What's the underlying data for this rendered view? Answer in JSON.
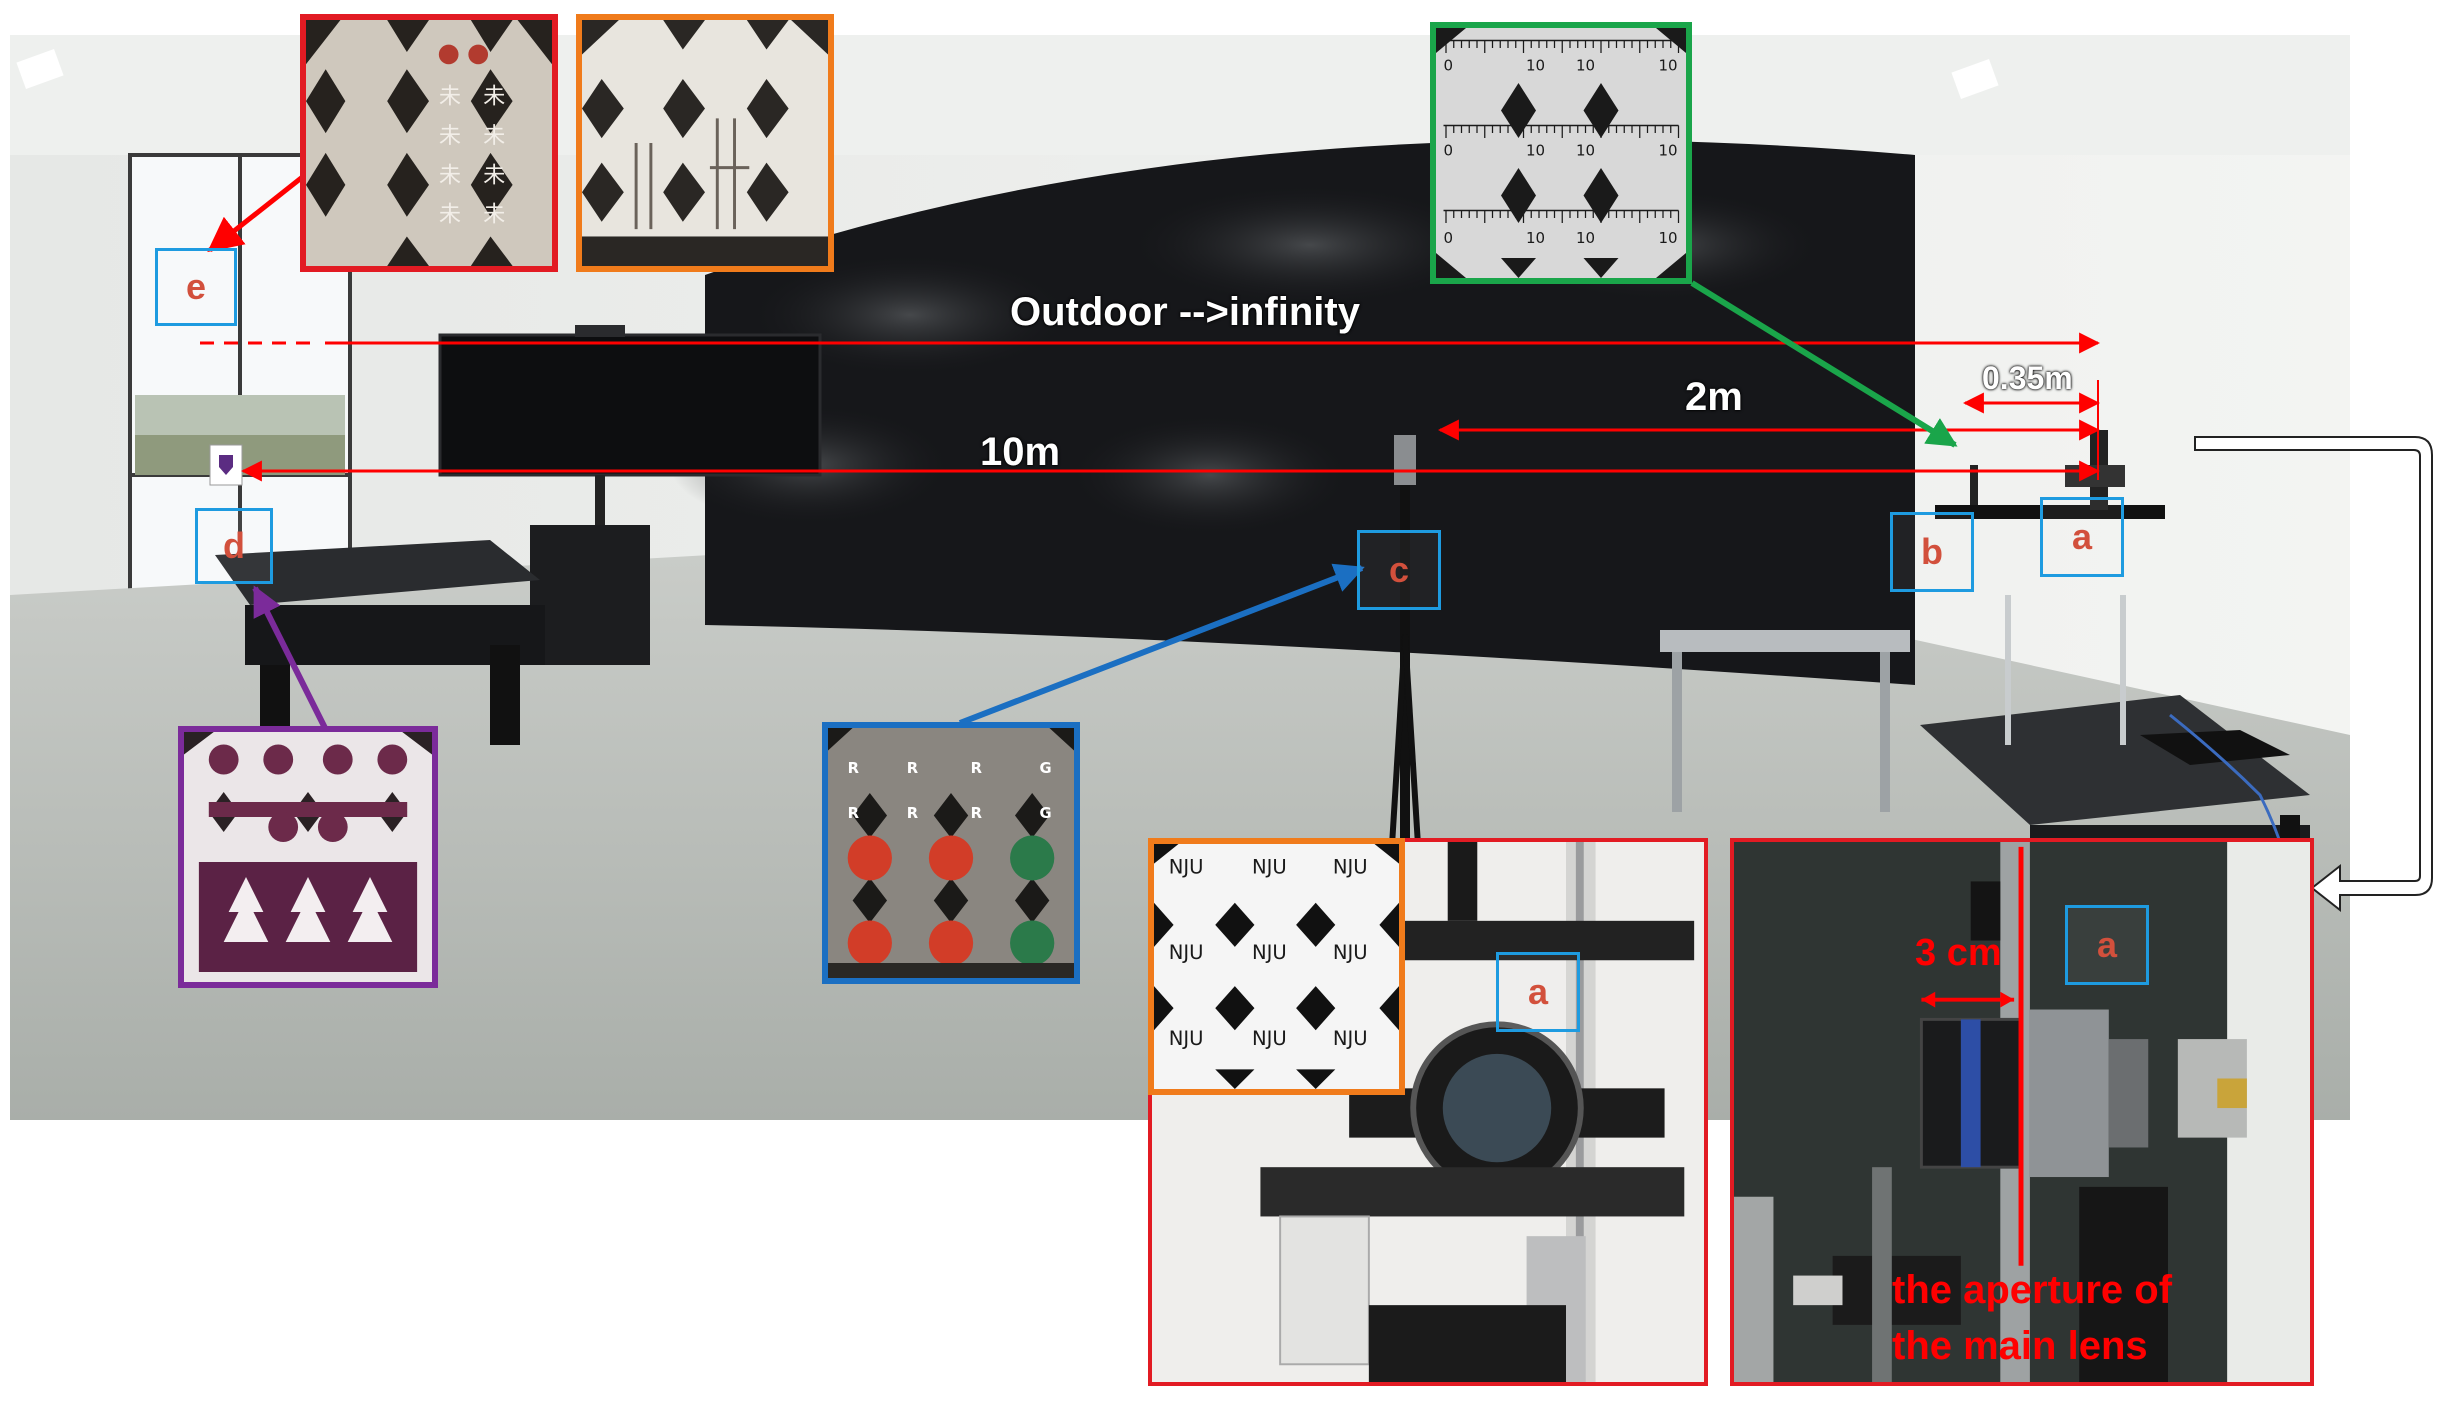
{
  "labels": {
    "a": "a",
    "b": "b",
    "c": "c",
    "d": "d",
    "e": "e",
    "a_detail_left": "a",
    "a_detail_right": "a"
  },
  "distances": {
    "outdoor": "Outdoor -->infinity",
    "two_m": "2m",
    "ten_m": "10m",
    "point35_m": "0.35m"
  },
  "detail": {
    "gap": "3 cm",
    "aperture_line1": "the aperture of",
    "aperture_line2": "the main lens"
  },
  "insets": {
    "nju": [
      "NJU",
      "NJU",
      "NJU",
      "NJU",
      "NJU",
      "NJU",
      "NJU",
      "NJU",
      "NJU"
    ],
    "rg_row1": [
      "R",
      "R",
      "R",
      "G"
    ],
    "rg_row2": [
      "R",
      "R",
      "R",
      "G"
    ],
    "ruler_ticks": [
      "0",
      "10",
      "10",
      "10"
    ]
  },
  "colors": {
    "label_box": "#1e9be0",
    "label_text": "#d2503c",
    "arrow_red": "#ff0000",
    "arrow_green": "#1aa54a",
    "arrow_blue": "#1b6fc2",
    "arrow_purple": "#7b2b9a",
    "frame_red": "#e21b23",
    "frame_orange": "#f07b1b",
    "frame_green": "#1aa54a",
    "frame_blue": "#1b6fc2",
    "frame_purple": "#7b2b9a"
  }
}
